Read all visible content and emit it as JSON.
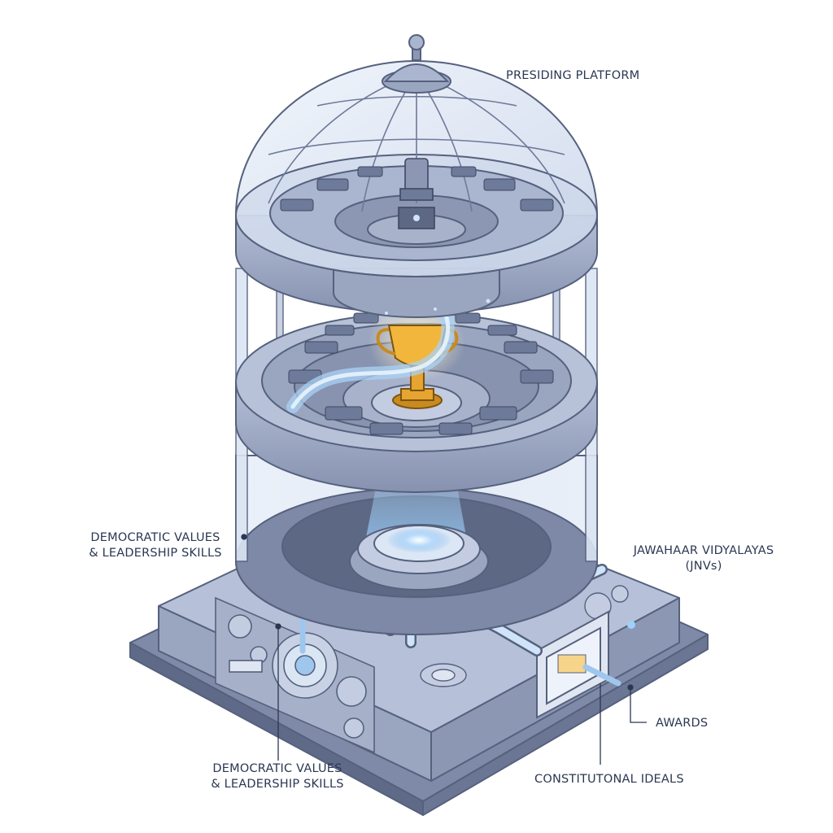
{
  "labels": {
    "presiding_platform": "PRESIDING PLATFORM",
    "democratic_values_left_line1": "DEMOCRATIC VALUES",
    "democratic_values_left_line2": "& LEADERSHIP SKILLS",
    "jawahar_line1": "JAWAHAAR VIDYALAYAS",
    "jawahar_line2": "(JNVs)",
    "awards": "AWARDS",
    "democratic_values_bottom_line1": "DEMOCRATIC VALUES",
    "democratic_values_bottom_line2": "& LEADERSHIP SKILLS",
    "constitutional_ideals": "CONSTITUTONAL IDEALS"
  },
  "colors": {
    "outline": "#55617d",
    "steel": "#9aa6c0",
    "steel_dark": "#6e7a99",
    "steel_light": "#c3cce0",
    "glass": "#dfe9f6",
    "accent_blue": "#7fb6ee",
    "trophy_gold": "#f2b63c"
  }
}
